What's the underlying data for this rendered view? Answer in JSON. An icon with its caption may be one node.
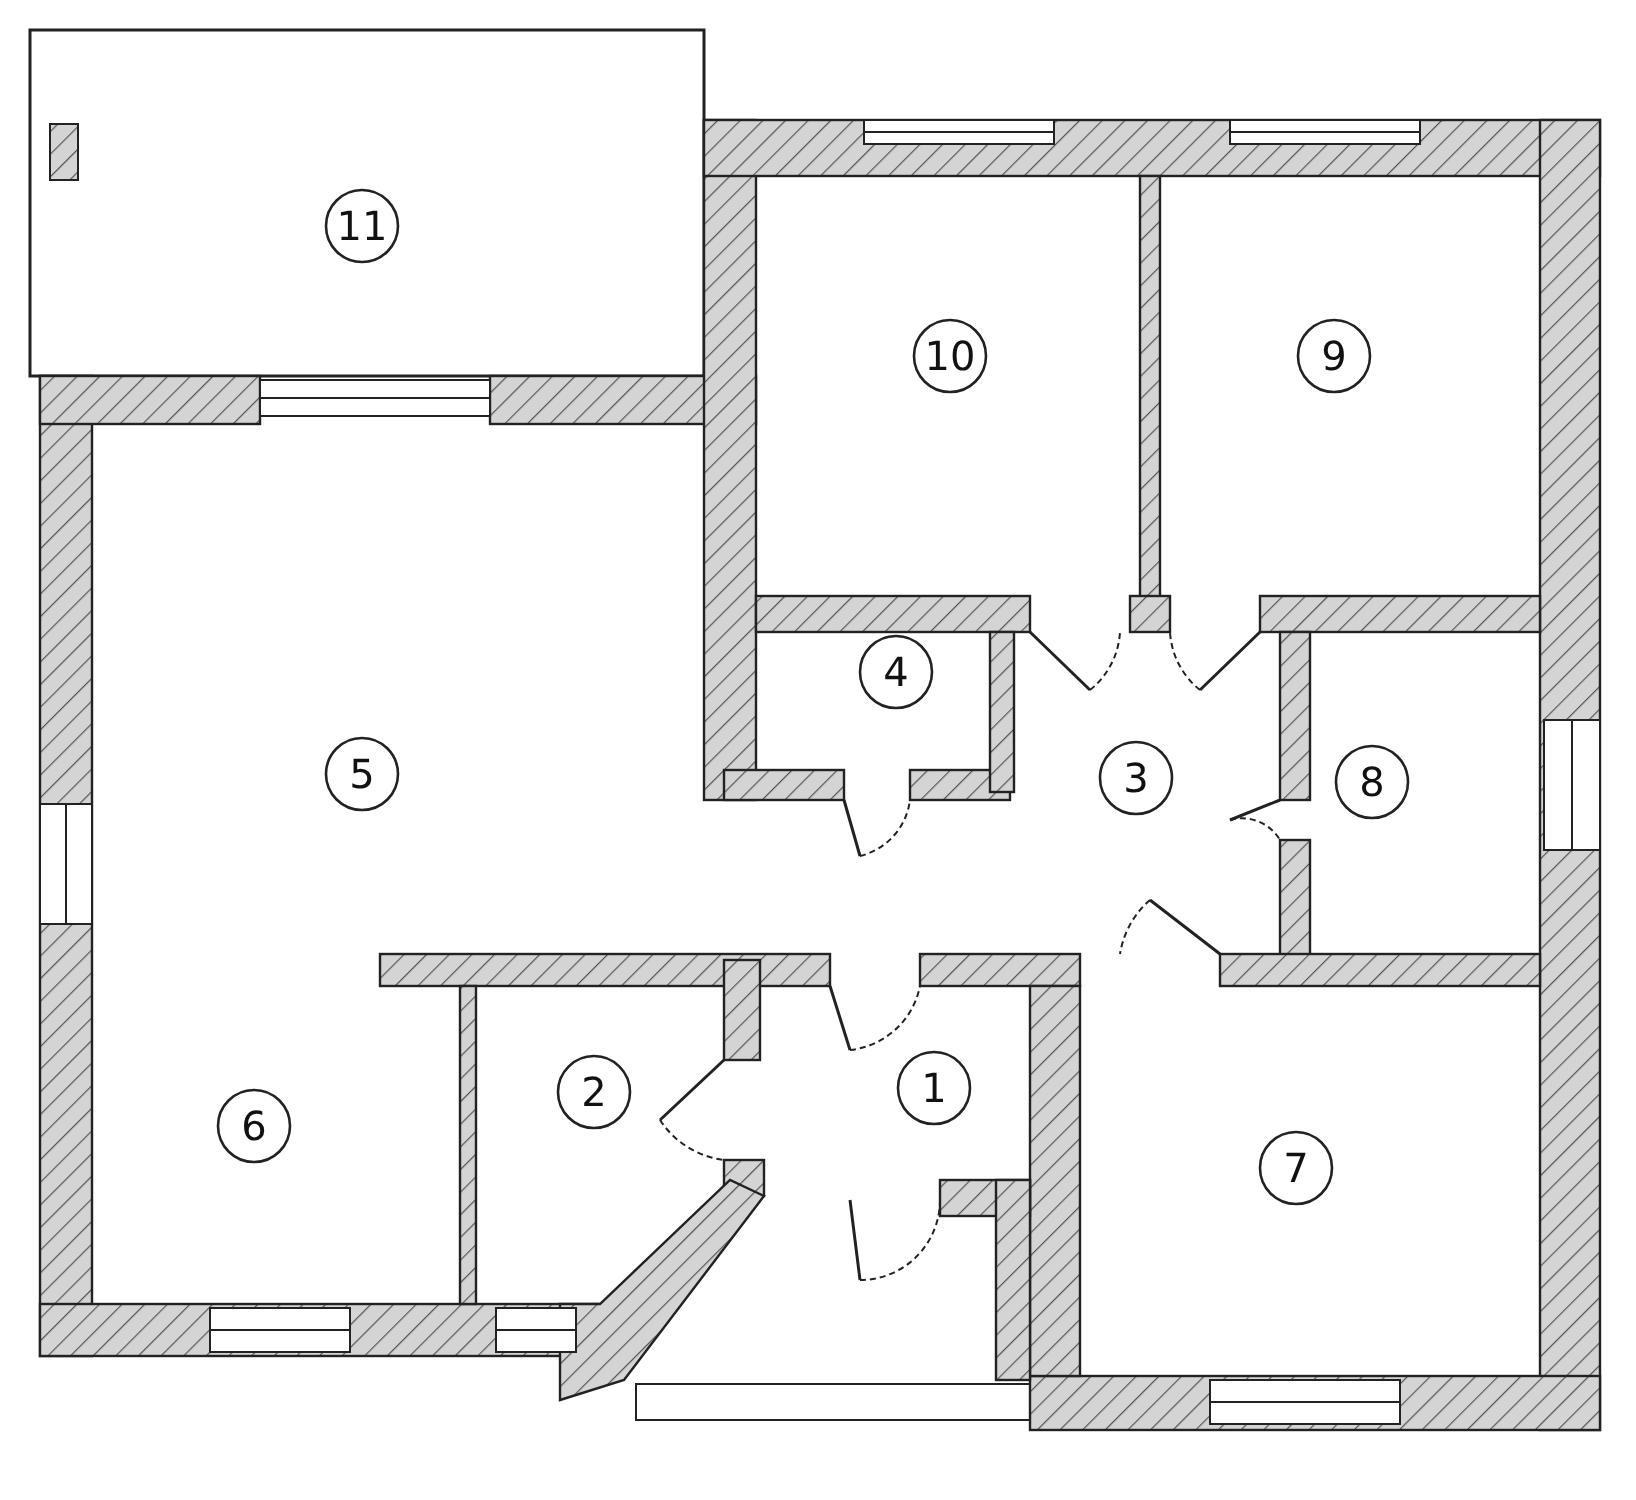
{
  "diagram": {
    "labels": [
      "11",
      "10",
      "9",
      "4",
      "5",
      "3",
      "8",
      "2",
      "1",
      "6",
      "7"
    ]
  }
}
